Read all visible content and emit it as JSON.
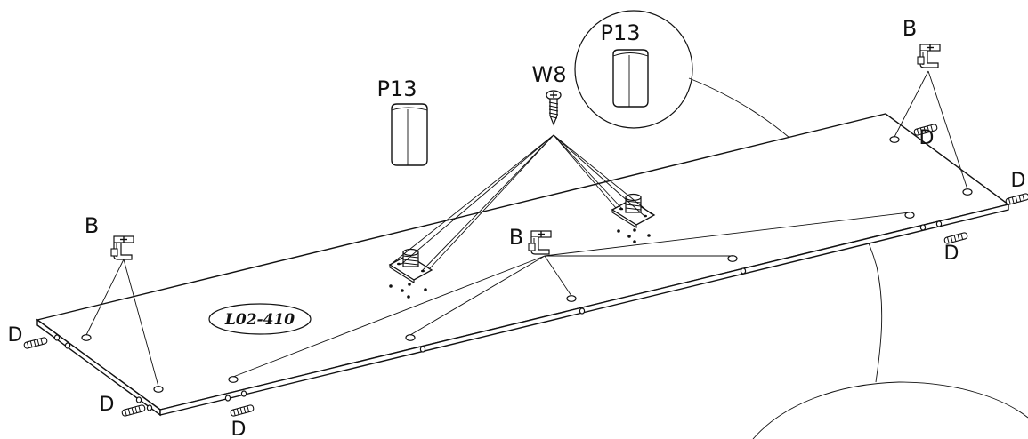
{
  "labels": {
    "part_code": "L02-410",
    "block_left": "P13",
    "block_zoom": "P13",
    "screw": "W8",
    "cam_left": "B",
    "cam_center": "B",
    "cam_right": "B",
    "dowel_left_top": "D",
    "dowel_left_bottom": "D",
    "dowel_bottom": "D",
    "dowel_right_top": "D",
    "dowel_right_edge": "D",
    "dowel_right_bottom": "D"
  },
  "icons": [
    "cam-lock-icon",
    "screw-icon",
    "dowel-icon",
    "wooden-block-icon",
    "leveling-foot-icon"
  ],
  "colors": {
    "ink": "#111111",
    "background": "#ffffff"
  }
}
